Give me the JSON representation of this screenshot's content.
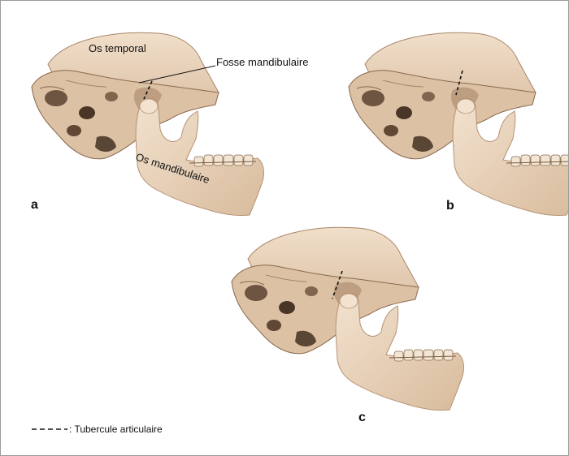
{
  "labels": {
    "temporal": "Os temporal",
    "fossa": "Fosse mandibulaire",
    "mandible": "Os mandibulaire"
  },
  "panels": {
    "a": "a",
    "b": "b",
    "c": "c"
  },
  "legend": {
    "text": ": Tubercule articulaire"
  },
  "colors": {
    "bone": "#e9d3bb",
    "bone_dark": "#c9a98a",
    "bone_shadow": "#8a6a4e",
    "cavity": "#3a2718",
    "tooth": "#f1e6d4",
    "dash": "#111111"
  }
}
